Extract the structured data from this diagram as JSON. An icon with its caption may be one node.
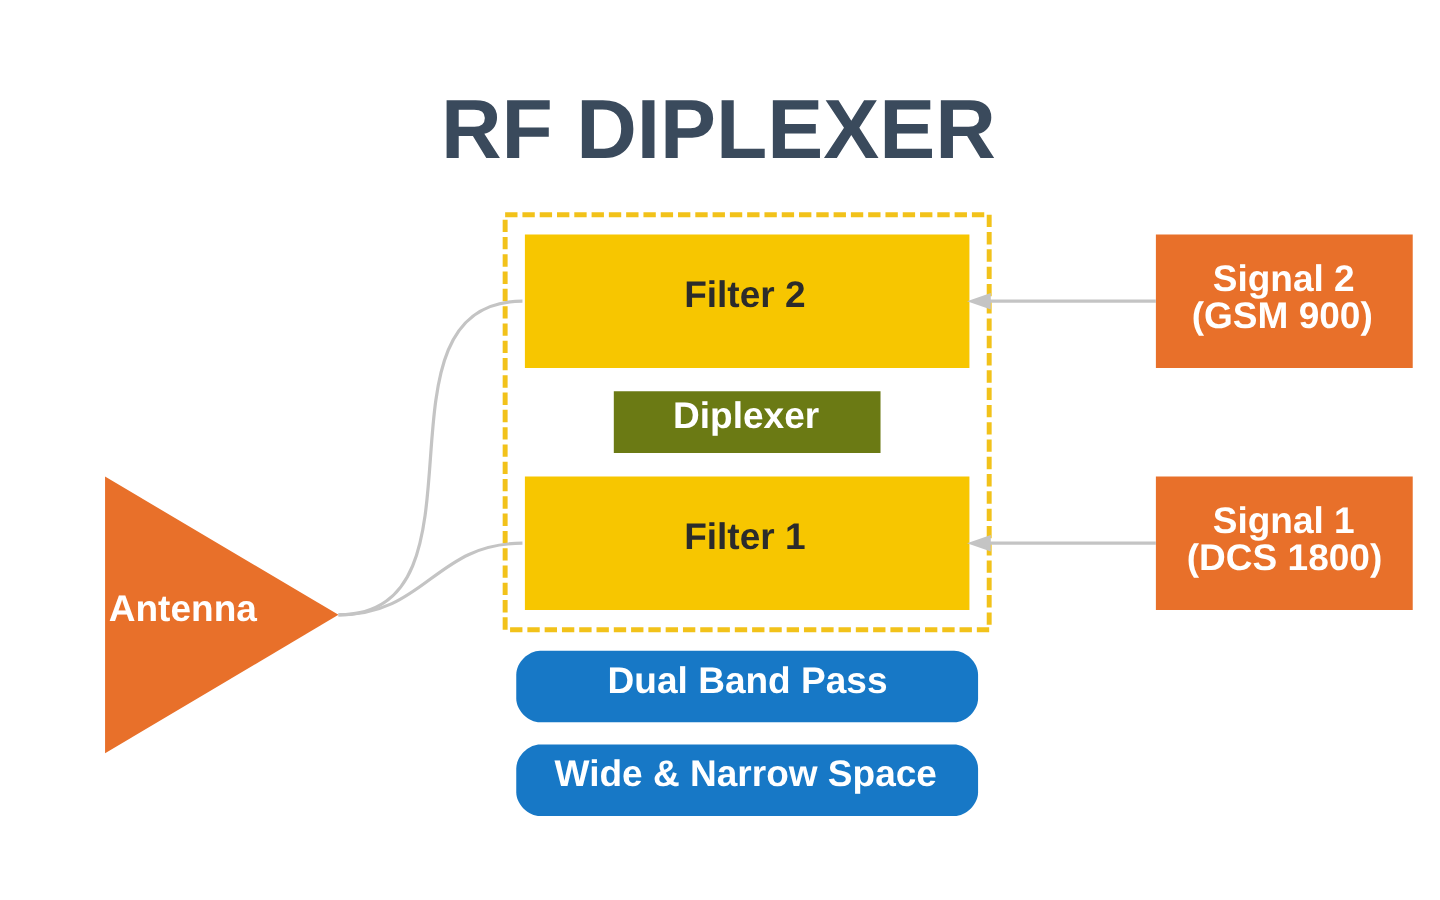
{
  "diagram": {
    "title": "RF DIPLEXER",
    "nodes": [
      {
        "text": [
          "Antenna"
        ]
      },
      {
        "text": [],
        "shape": "box"
      },
      {
        "text": [
          "Filter 2"
        ],
        "in": 1
      },
      {
        "text": [
          "Diplexer"
        ],
        "in": 1
      },
      {
        "text": [
          "Filter 1"
        ],
        "in": 1
      },
      {
        "text": [
          "Signal 2 (GSM 900)"
        ]
      },
      {
        "text": [
          "Signal 1 (DCS 1800)"
        ]
      },
      {
        "text": [
          "Dual Band Pass"
        ]
      },
      {
        "text": [
          "Wide & Narrow Space"
        ]
      }
    ],
    "edges": [
      {
        "from": 0,
        "to": 2,
        "arrow": "none"
      },
      {
        "from": 0,
        "to": 4,
        "arrow": "none"
      },
      {
        "from": 5,
        "to": 2,
        "arrow": "to"
      },
      {
        "from": 6,
        "to": 4,
        "arrow": "to"
      }
    ]
  }
}
